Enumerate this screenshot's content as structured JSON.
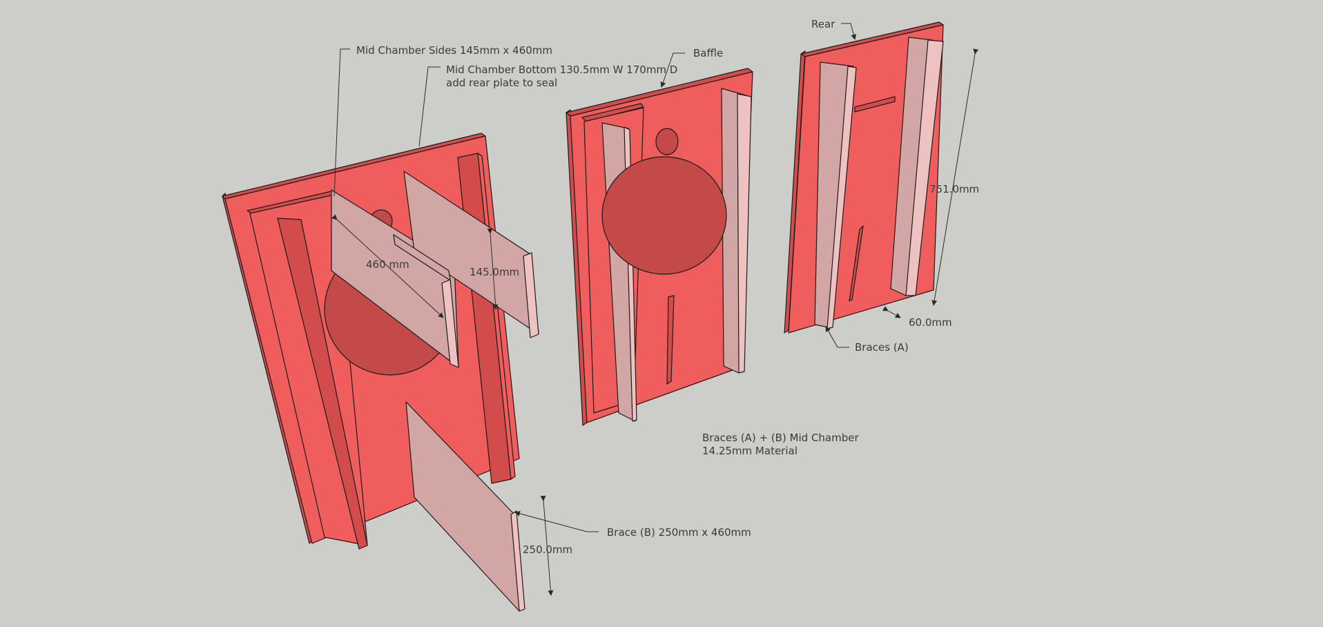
{
  "labels": {
    "mid_chamber_sides": "Mid Chamber Sides 145mm x 460mm",
    "mid_chamber_bottom_line1": "Mid Chamber Bottom 130.5mm W 170mm D",
    "mid_chamber_bottom_line2": "add rear plate to seal",
    "baffle": "Baffle",
    "rear": "Rear",
    "braces_a": "Braces (A)",
    "brace_b": "Brace (B) 250mm x 460mm",
    "note_line1": "Braces (A) + (B) Mid Chamber",
    "note_line2": "14.25mm Material"
  },
  "dimensions": {
    "side_length": "460 mm",
    "side_height": "145.0mm",
    "brace_b_height": "250.0mm",
    "rear_height": "751.0mm",
    "brace_a_depth": "60.0mm"
  },
  "colors": {
    "background": "#cdcdc9",
    "panel_face": "#ef5d5d",
    "panel_edge": "#d24c4c",
    "brace_face": "#d3a6a6"
  }
}
